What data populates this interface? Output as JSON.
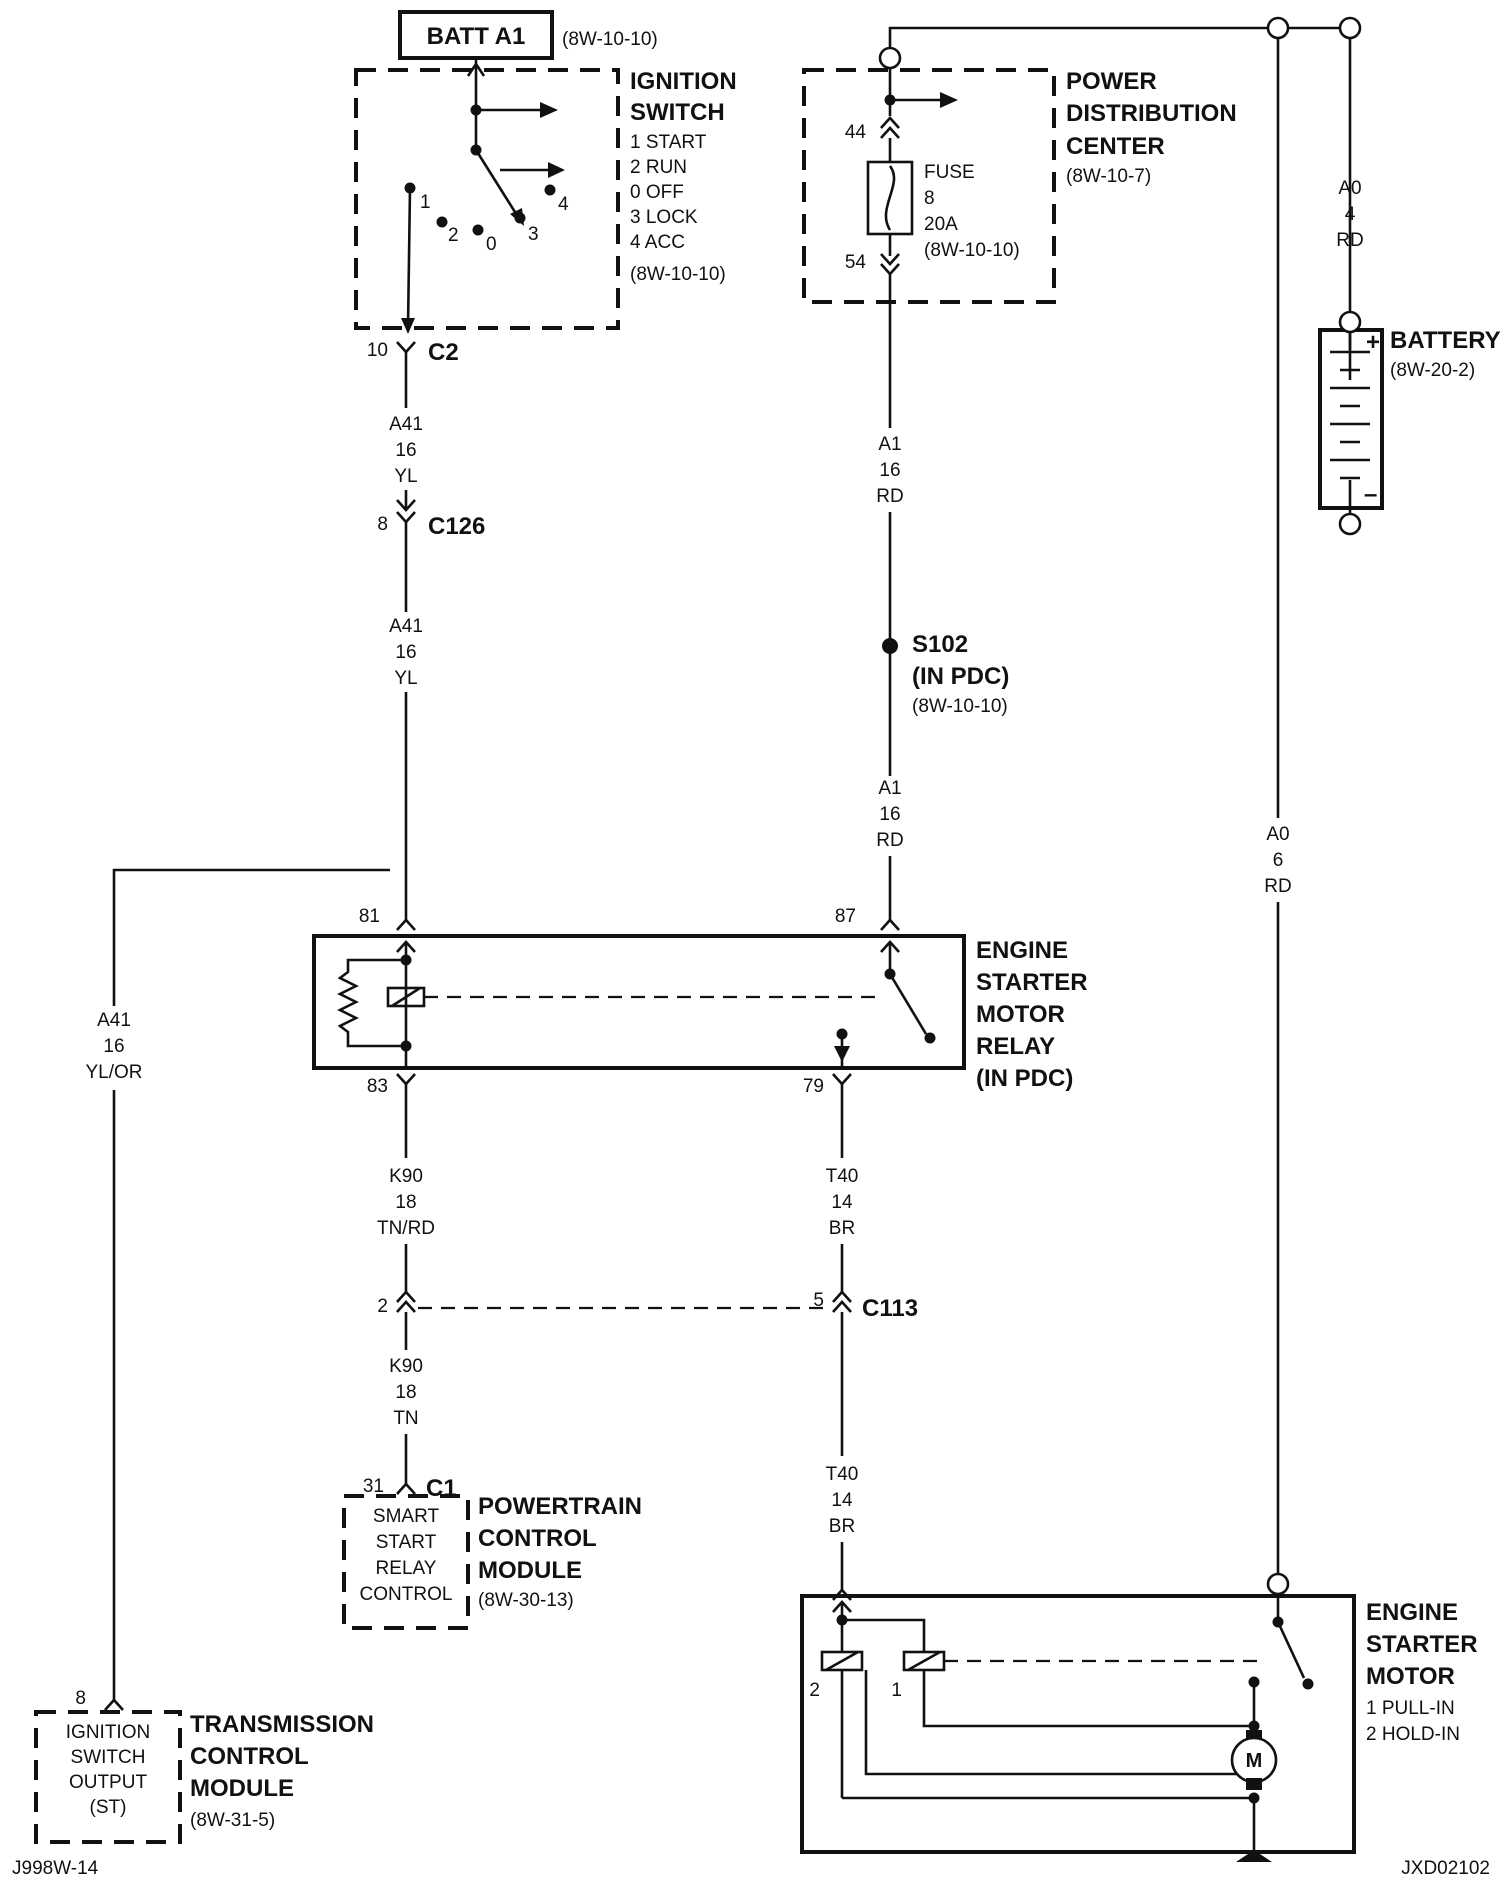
{
  "batt_a1": {
    "label": "BATT A1",
    "ref": "(8W-10-10)"
  },
  "ignition_switch": {
    "title": [
      "IGNITION",
      "SWITCH"
    ],
    "positions": [
      "1 START",
      "2 RUN",
      "0 OFF",
      "3 LOCK",
      "4 ACC"
    ],
    "ref": "(8W-10-10)",
    "pos_labels": [
      "1",
      "2",
      "0",
      "3",
      "4"
    ]
  },
  "pdc": {
    "title": [
      "POWER",
      "DISTRIBUTION",
      "CENTER"
    ],
    "ref": "(8W-10-7)",
    "fuse": {
      "name": "FUSE",
      "number": "8",
      "rating": "20A",
      "ref": "(8W-10-10)"
    },
    "pin_in": "44",
    "pin_out": "54"
  },
  "battery": {
    "title": "BATTERY",
    "ref": "(8W-20-2)",
    "plus": "+",
    "minus": "–"
  },
  "wires": {
    "a41_upper": [
      "A41",
      "16",
      "YL"
    ],
    "a41_lower": [
      "A41",
      "16",
      "YL"
    ],
    "a1_upper": [
      "A1",
      "16",
      "RD"
    ],
    "a1_lower": [
      "A1",
      "16",
      "RD"
    ],
    "a0_4": [
      "A0",
      "4",
      "RD"
    ],
    "a0_6": [
      "A0",
      "6",
      "RD"
    ],
    "a41_yl_or": [
      "A41",
      "16",
      "YL/OR"
    ],
    "k90_upper": [
      "K90",
      "18",
      "TN/RD"
    ],
    "k90_lower": [
      "K90",
      "18",
      "TN"
    ],
    "t40_upper": [
      "T40",
      "14",
      "BR"
    ],
    "t40_lower": [
      "T40",
      "14",
      "BR"
    ]
  },
  "connectors": {
    "c2": {
      "name": "C2",
      "pin": "10"
    },
    "c126": {
      "name": "C126",
      "pin": "8"
    },
    "c113": {
      "name": "C113",
      "pin_left": "2",
      "pin_right": "5"
    },
    "c1": {
      "name": "C1",
      "pin": "31"
    },
    "tcm_pin": "8"
  },
  "splice": {
    "name": "S102",
    "location": "(IN PDC)",
    "ref": "(8W-10-10)"
  },
  "relay": {
    "title": [
      "ENGINE",
      "STARTER",
      "MOTOR",
      "RELAY",
      "(IN PDC)"
    ],
    "pins": {
      "p81": "81",
      "p87": "87",
      "p83": "83",
      "p79": "79"
    }
  },
  "pcm": {
    "title": [
      "POWERTRAIN",
      "CONTROL",
      "MODULE"
    ],
    "ref": "(8W-30-13)",
    "inner": [
      "SMART",
      "START",
      "RELAY",
      "CONTROL"
    ]
  },
  "tcm": {
    "title": [
      "TRANSMISSION",
      "CONTROL",
      "MODULE"
    ],
    "ref": "(8W-31-5)",
    "inner": [
      "IGNITION",
      "SWITCH",
      "OUTPUT",
      "(ST)"
    ]
  },
  "starter_motor": {
    "title": [
      "ENGINE",
      "STARTER",
      "MOTOR"
    ],
    "legend": [
      "1 PULL-IN",
      "2 HOLD-IN"
    ],
    "coil_labels": [
      "2",
      "1"
    ],
    "motor_symbol": "M"
  },
  "footer": {
    "left": "J998W-14",
    "right": "JXD02102"
  }
}
